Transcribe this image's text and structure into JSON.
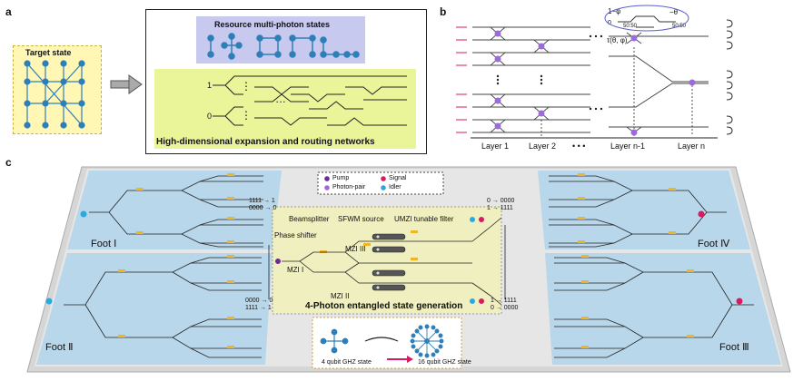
{
  "panel_a": {
    "letter": "a",
    "target_label": "Target state",
    "resource_label": "Resource multi-photon states",
    "network_label": "High-dimensional expansion and routing networks",
    "input_1": "1",
    "input_0": "0",
    "dots": "⋮",
    "hdots": "…"
  },
  "panel_b": {
    "letter": "b",
    "inset_left": "1−φ",
    "inset_right": "−θ",
    "inset_0": "0",
    "inset_50a": "50:50",
    "inset_50b": "50:50",
    "tau_label": "τ(θ, φ)",
    "layers": [
      "Layer 1",
      "Layer 2",
      "• • •",
      "Layer n-1",
      "Layer n"
    ]
  },
  "panel_c": {
    "letter": "c",
    "legend": [
      "Pump",
      "Signal",
      "Photon-pair",
      "Idler"
    ],
    "legend_colors": {
      "pump": "#6a2c91",
      "signal": "#d81b60",
      "photon_pair": "#9c6ade",
      "idler": "#29a9e0"
    },
    "labels": {
      "beamsplitter": "Beamsplitter",
      "sfwm": "SFWM source",
      "umzi": "UMZI tunable filter",
      "phase_shifter": "Phase shifter",
      "mzi1": "MZI I",
      "mzi2": "MZI II",
      "mzi3": "MZI III",
      "center_title": "4-Photon entangled state generation",
      "ghz_left": "4 qubit GHZ state",
      "ghz_right": "16 qubit GHZ state",
      "foot1": "Foot Ⅰ",
      "foot2": "Foot Ⅱ",
      "foot3": "Foot Ⅲ",
      "foot4": "Foot Ⅳ"
    },
    "port_labels": [
      "1111 → 1",
      "0000 → 0",
      "0 → 0000",
      "1 → 1111",
      "0000 → 0",
      "1111 → 1",
      "1 → 1111",
      "0 → 0000"
    ]
  }
}
